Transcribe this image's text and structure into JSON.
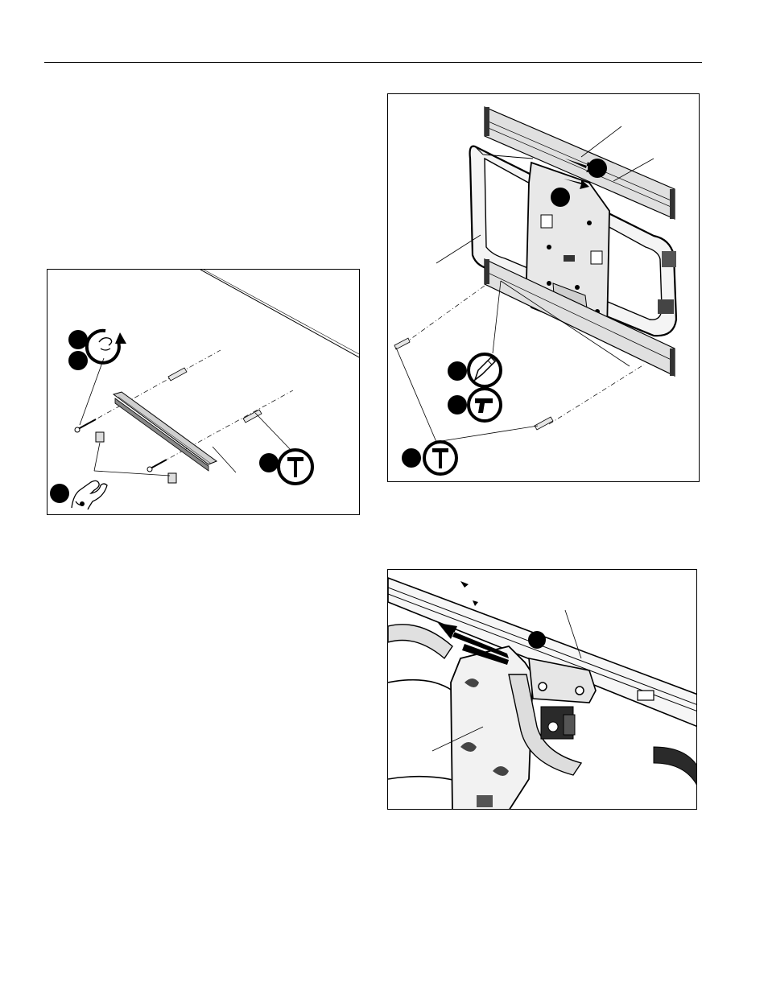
{
  "page": {
    "header_rule": true
  },
  "figures": [
    {
      "id": "wall-rail-installation",
      "callouts": [
        "",
        "",
        "",
        ""
      ],
      "icons": [
        "turn-hand-icon",
        "hammer-icon",
        "hand-icon"
      ]
    },
    {
      "id": "interface-bracket-to-rail",
      "callouts": [
        "",
        "",
        "",
        "",
        ""
      ],
      "icons": [
        "pencil-icon",
        "drill-icon",
        "hammer-icon"
      ]
    },
    {
      "id": "slide-bracket-detail",
      "callouts": [
        ""
      ],
      "icons": [
        "arrow-icon"
      ]
    }
  ],
  "colors": {
    "line": "#000000",
    "fill_dark": "#2a2a2a",
    "fill_light": "#d8d8d8"
  }
}
